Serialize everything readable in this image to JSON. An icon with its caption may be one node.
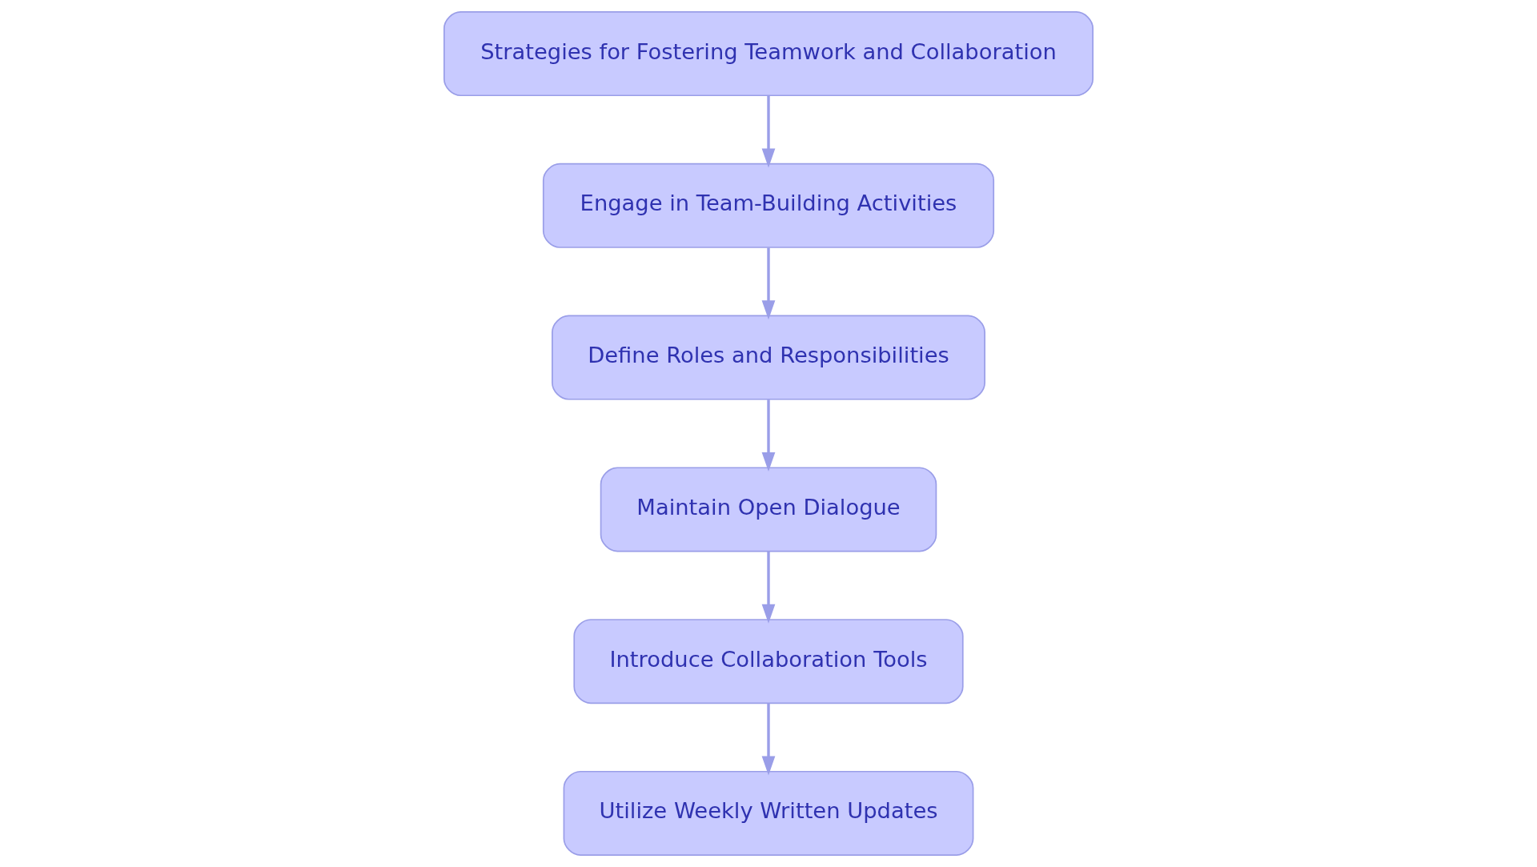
{
  "diagram": {
    "nodes": [
      {
        "text": [
          "Strategies for Fostering Teamwork and Collaboration"
        ]
      },
      {
        "text": [
          "Engage in Team-Building Activities"
        ]
      },
      {
        "text": [
          "Define Roles and Responsibilities"
        ]
      },
      {
        "text": [
          "Maintain Open Dialogue"
        ]
      },
      {
        "text": [
          "Introduce Collaboration Tools"
        ]
      },
      {
        "text": [
          "Utilize Weekly Written Updates"
        ]
      }
    ],
    "edges": [
      {
        "from": 0,
        "to": 1,
        "arrow": "to"
      },
      {
        "from": 1,
        "to": 2,
        "arrow": "to"
      },
      {
        "from": 2,
        "to": 3,
        "arrow": "to"
      },
      {
        "from": 3,
        "to": 4,
        "arrow": "to"
      },
      {
        "from": 4,
        "to": 5,
        "arrow": "to"
      }
    ]
  }
}
